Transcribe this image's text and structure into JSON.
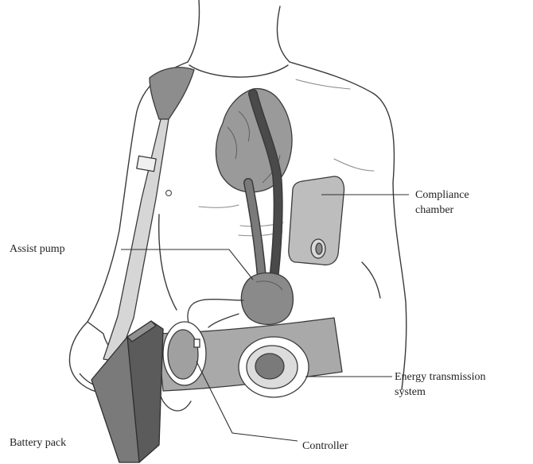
{
  "labels": {
    "compliance": [
      "Compliance",
      "chamber"
    ],
    "assist_pump": "Assist pump",
    "energy": [
      "Energy transmission",
      "system"
    ],
    "battery_pack": "Battery pack",
    "controller": "Controller"
  },
  "colors": {
    "outline": "#3a3a3a",
    "heart": "#9a9a9a",
    "conduit": "#4a4a4a",
    "chamber": "#bdbdbd",
    "belt": "#a9a9a9",
    "battery": "#6e6e6e"
  }
}
